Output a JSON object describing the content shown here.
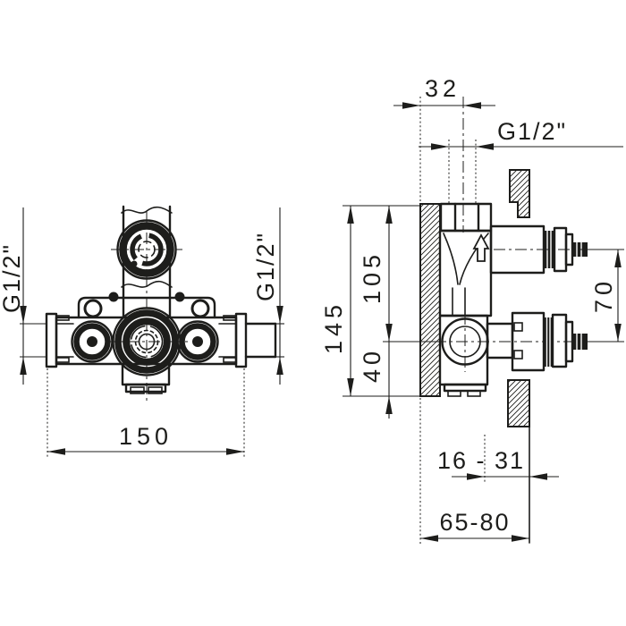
{
  "drawing": {
    "background_color": "#ffffff",
    "line_color": "#1d1d1b",
    "kind": "technical installation drawing, concealed thermostatic valve body, front view and side section view"
  },
  "views": {
    "front": {
      "center_distance": "150",
      "left_port_thread": "G1/2\"",
      "right_port_thread": "G1/2\""
    },
    "side": {
      "port_axis_offset": "32",
      "top_port_thread": "G1/2\"",
      "overall_height": "145",
      "upper_span": "105",
      "lower_span": "40",
      "cartridge_axis_spacing": "70",
      "finish_depth_range": "16 - 31",
      "rough_in_depth_range": "65-80"
    }
  }
}
